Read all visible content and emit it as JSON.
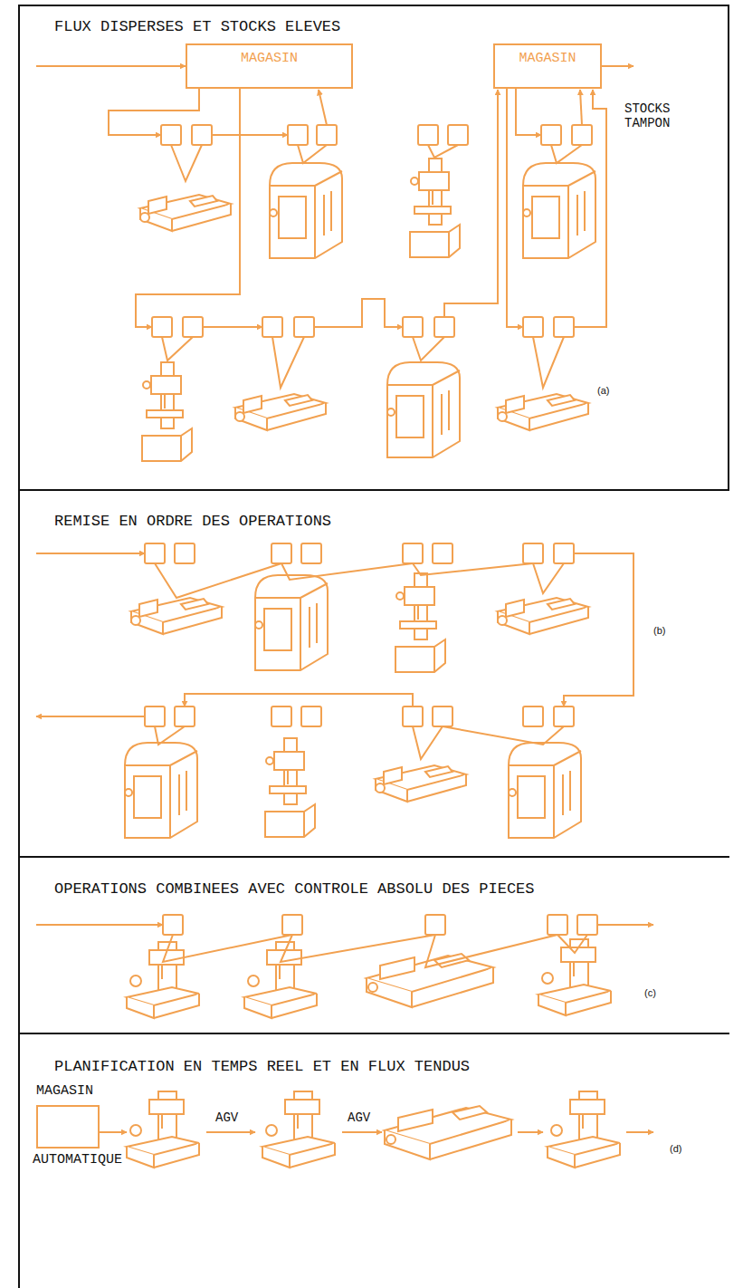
{
  "diagram": {
    "nodes": [
      {
        "text": [
          "FLUX DISPERSES ET STOCKS ELEVES"
        ]
      },
      {
        "text": [
          "MAGASIN"
        ],
        "in": 0
      },
      {
        "text": [
          "MAGASIN"
        ],
        "in": 0
      },
      {
        "text": [
          "REMISE EN ORDRE DES OPERATIONS"
        ]
      },
      {
        "text": [
          "OPERATIONS COMBINEES AVEC CONTROLE ABSOLU DES PIECES"
        ]
      },
      {
        "text": [
          "PLANIFICATION EN TEMPS REEL ET EN FLUX TENDUS"
        ]
      },
      {
        "text": [
          "MAGASIN",
          "AUTOMATIQUE"
        ],
        "in": 5
      }
    ],
    "labels": [
      "STOCKS TAMPON",
      "(a)",
      "(b)",
      "(c)",
      "AGV",
      "AGV",
      "(d)"
    ]
  }
}
